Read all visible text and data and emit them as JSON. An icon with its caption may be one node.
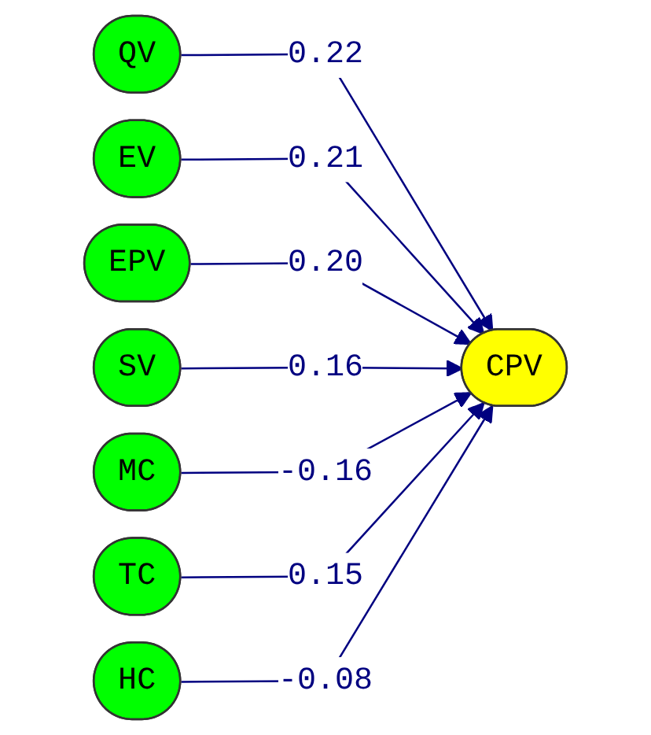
{
  "diagram": {
    "nodes": [
      {
        "text": [
          "QV"
        ]
      },
      {
        "text": [
          "EV"
        ]
      },
      {
        "text": [
          "EPV"
        ]
      },
      {
        "text": [
          "SV"
        ]
      },
      {
        "text": [
          "MC"
        ]
      },
      {
        "text": [
          "TC"
        ]
      },
      {
        "text": [
          "HC"
        ]
      },
      {
        "text": [
          "CPV"
        ]
      }
    ],
    "edges": [
      {
        "from": 0,
        "to": 7,
        "arrow": "to",
        "label": "0.22"
      },
      {
        "from": 1,
        "to": 7,
        "arrow": "to",
        "label": "0.21"
      },
      {
        "from": 2,
        "to": 7,
        "arrow": "to",
        "label": "0.20"
      },
      {
        "from": 3,
        "to": 7,
        "arrow": "to",
        "label": "0.16"
      },
      {
        "from": 4,
        "to": 7,
        "arrow": "to",
        "label": "-0.16"
      },
      {
        "from": 5,
        "to": 7,
        "arrow": "to",
        "label": "0.15"
      },
      {
        "from": 6,
        "to": 7,
        "arrow": "to",
        "label": "-0.08"
      }
    ]
  }
}
